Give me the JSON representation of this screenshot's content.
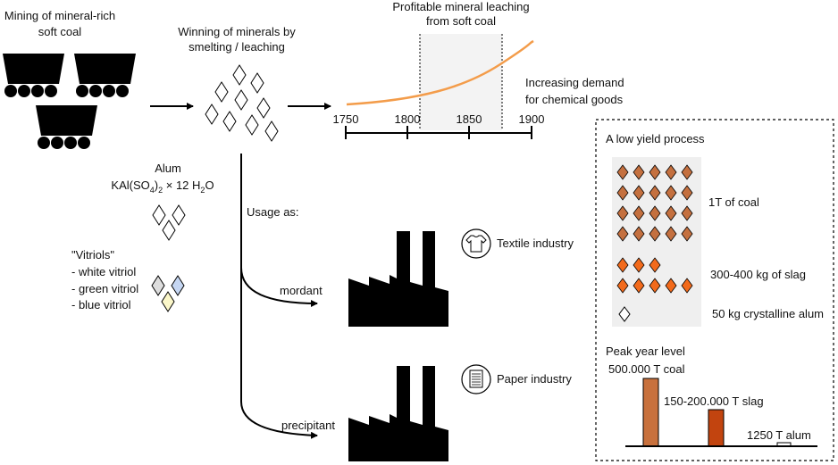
{
  "mining": {
    "line1": "Mining of mineral-rich",
    "line2": "soft coal"
  },
  "winning": {
    "line1": "Winning of minerals by",
    "line2": "smelting / leaching"
  },
  "timeline": {
    "title_line1": "Profitable mineral leaching",
    "title_line2": "from soft coal",
    "ticks": [
      "1750",
      "1800",
      "1850",
      "1900"
    ],
    "demand_line1": "Increasing demand",
    "demand_line2": "for chemical goods"
  },
  "alum": {
    "title": "Alum",
    "formula_main": "KAl(SO",
    "formula_sub1": "4",
    "formula_mid": ")",
    "formula_sub2": "2",
    "formula_rest": " × 12 H",
    "formula_sub3": "2",
    "formula_end": "O"
  },
  "vitriols": {
    "title": "\"Vitriols\"",
    "items": [
      "- white vitriol",
      "- green vitriol",
      "- blue vitriol"
    ]
  },
  "usage": {
    "heading": "Usage as:",
    "mordant": "mordant",
    "precipitant": "precipitant",
    "textile": "Textile industry",
    "paper": "Paper industry"
  },
  "process": {
    "title": "A low yield process",
    "coal_label": "1T of coal",
    "slag_label": "300-400 kg of slag",
    "alum_label": "50 kg crystalline alum",
    "peak_title": "Peak year level",
    "peak_coal": "500.000 T coal",
    "peak_slag": "150-200.000 T slag",
    "peak_alum": "1250 T alum"
  },
  "colors": {
    "orange_curve": "#f39c4a",
    "coal_diamond": "#c4703f",
    "slag_diamond": "#f26a1b",
    "coal_bar": "#c8713d",
    "slag_bar": "#c2440f",
    "vitriol_white": "#dddddd",
    "vitriol_blue": "#c5d6f2",
    "vitriol_yellow": "#fbf7c9",
    "panel_bg": "#efefef"
  }
}
